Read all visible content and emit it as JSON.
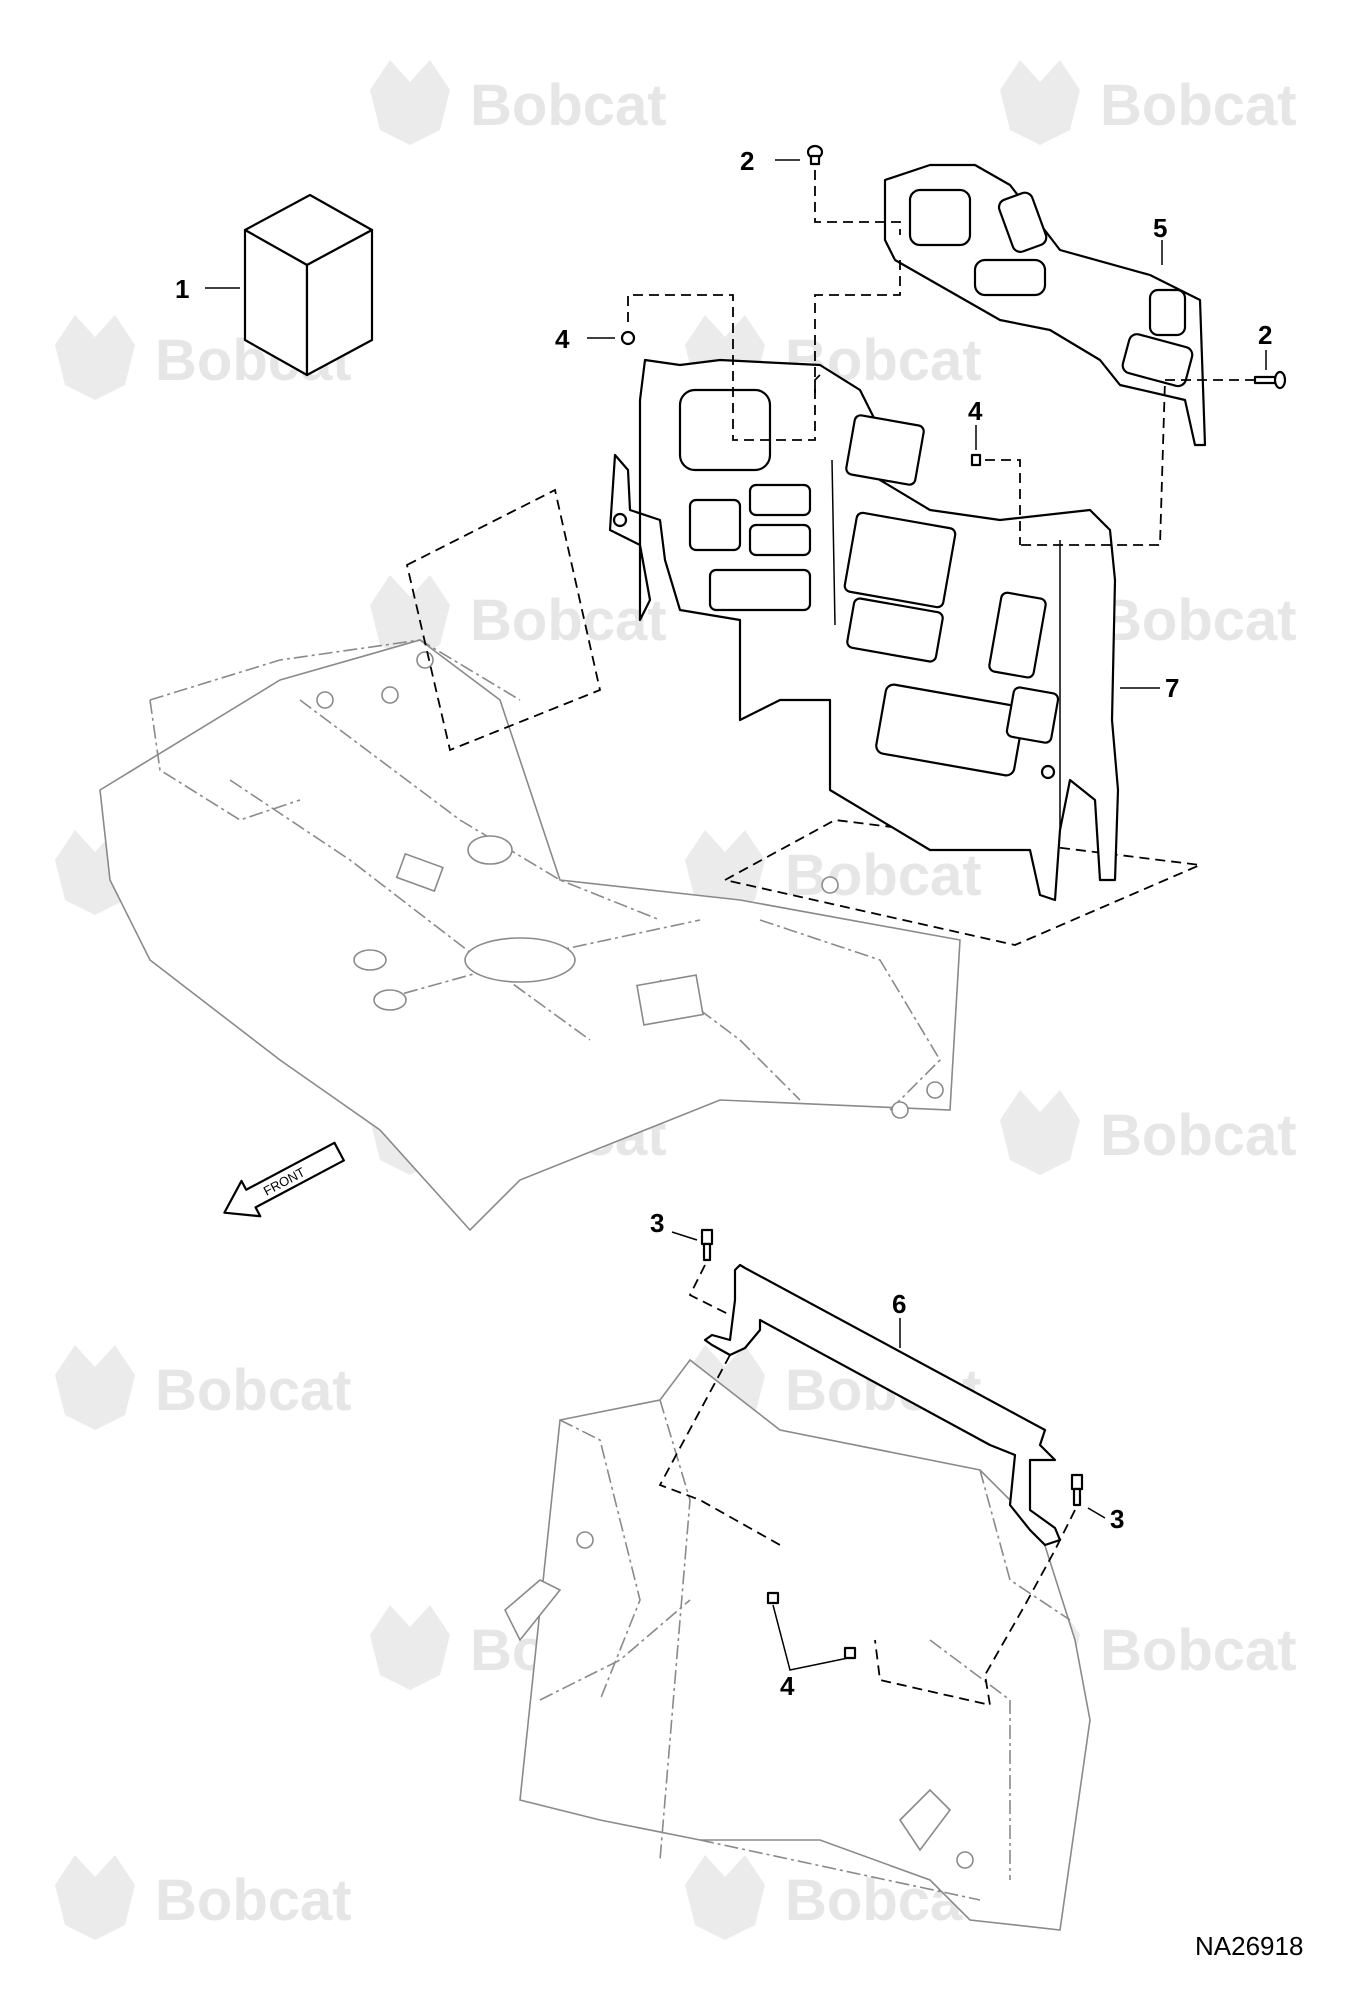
{
  "watermark": {
    "brand": "Bobcat",
    "positions": "grid-3x6",
    "color": "#e6e6e6"
  },
  "callouts": {
    "c1": "1",
    "c2a": "2",
    "c2b": "2",
    "c3a": "3",
    "c3b": "3",
    "c4a": "4",
    "c4b": "4",
    "c4c": "4",
    "c5": "5",
    "c6": "6",
    "c7": "7"
  },
  "front_arrow": {
    "label": "FRONT",
    "icon": "front-arrow-icon"
  },
  "figure_id": "NA26918"
}
